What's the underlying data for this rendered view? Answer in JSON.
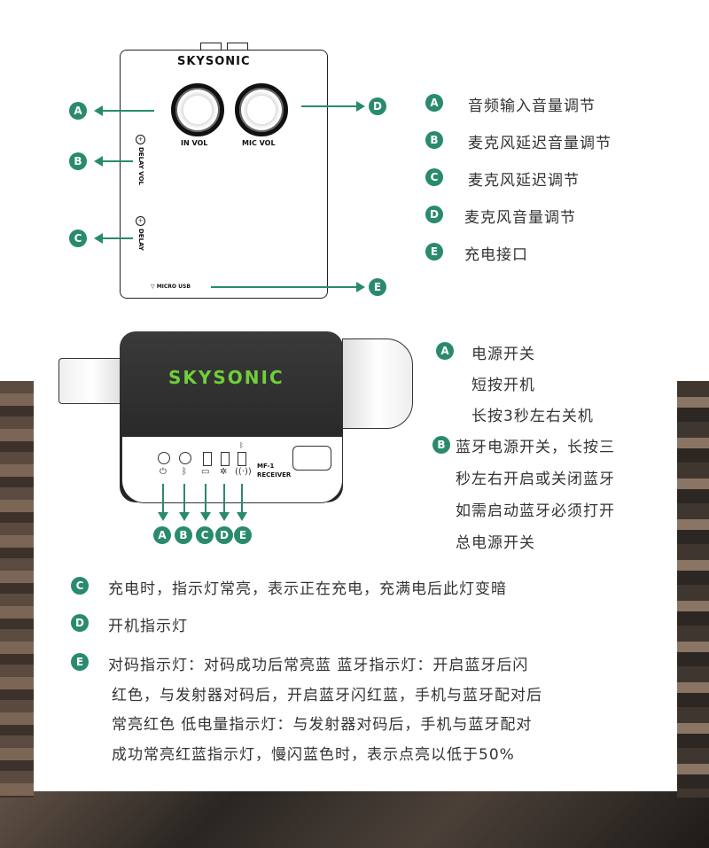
{
  "top_panel": {
    "logo": "SKYSONIC",
    "knob_in_label": "IN VOL",
    "knob_mic_label": "MIC VOL",
    "side_delay_vol": "DELAY VOL",
    "side_delay": "DELAY",
    "bottom_port": "▽ MICRO USB",
    "legend": [
      {
        "badge": "A",
        "text": "音频输入音量调节"
      },
      {
        "badge": "B",
        "text": "麦克风延迟音量调节"
      },
      {
        "badge": "C",
        "text": "麦克风延迟调节"
      },
      {
        "badge": "D",
        "text": "麦克风音量调节"
      },
      {
        "badge": "E",
        "text": "充电接口"
      }
    ],
    "callouts": {
      "a": "A",
      "b": "B",
      "c": "C",
      "d": "D",
      "e": "E"
    }
  },
  "receiver": {
    "logo": "SKYSONIC",
    "model_line1": "MF-1",
    "model_line2": "RECEIVER",
    "bottom_badges": [
      "A",
      "B",
      "C",
      "D",
      "E"
    ],
    "legend_a_badge": "A",
    "legend_a_lines": [
      "电源开关",
      "短按开机",
      "长按3秒左右关机"
    ],
    "legend_b_badge": "B",
    "legend_b_lines": [
      "蓝牙电源开关，长按三",
      "秒左右开启或关闭蓝牙",
      "如需启动蓝牙必须打开",
      "总电源开关"
    ]
  },
  "notes": [
    {
      "badge": "C",
      "lines": [
        "充电时，指示灯常亮，表示正在充电，充满电后此灯变暗"
      ]
    },
    {
      "badge": "D",
      "lines": [
        "开机指示灯"
      ]
    },
    {
      "badge": "E",
      "lines": [
        "对码指示灯：对码成功后常亮蓝   蓝牙指示灯：开启蓝牙后闪",
        "红色，与发射器对码后，开启蓝牙闪红蓝，手机与蓝牙配对后",
        "常亮红色   低电量指示灯：与发射器对码后，手机与蓝牙配对",
        "成功常亮红蓝指示灯，慢闪蓝色时，表示点亮以低于50%"
      ]
    }
  ],
  "colors": {
    "accent": "#2a8a6e",
    "logo_green": "#6fcf3a"
  }
}
